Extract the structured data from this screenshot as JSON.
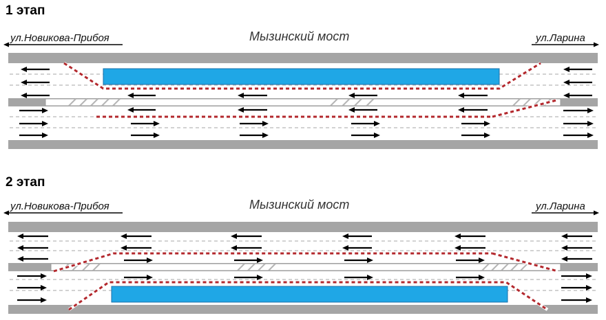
{
  "stages": [
    {
      "title": "1 этап",
      "left_street": "ул.Новикова-Прибоя",
      "bridge_name": "Мызинский мост",
      "right_street": "ул.Ларина",
      "work_zone": "upper",
      "lanes_left_direction": 3,
      "lanes_right_direction": 3
    },
    {
      "title": "2 этап",
      "left_street": "ул.Новикова-Прибоя",
      "bridge_name": "Мызинский мост",
      "right_street": "ул.Ларина",
      "work_zone": "lower",
      "lanes_left_direction": 3,
      "lanes_right_direction": 3
    }
  ],
  "colors": {
    "pavement": "#a5a5a5",
    "work_zone": "#1fa7e6",
    "barrier_red": "#b3282d",
    "arrow": "#000000"
  }
}
